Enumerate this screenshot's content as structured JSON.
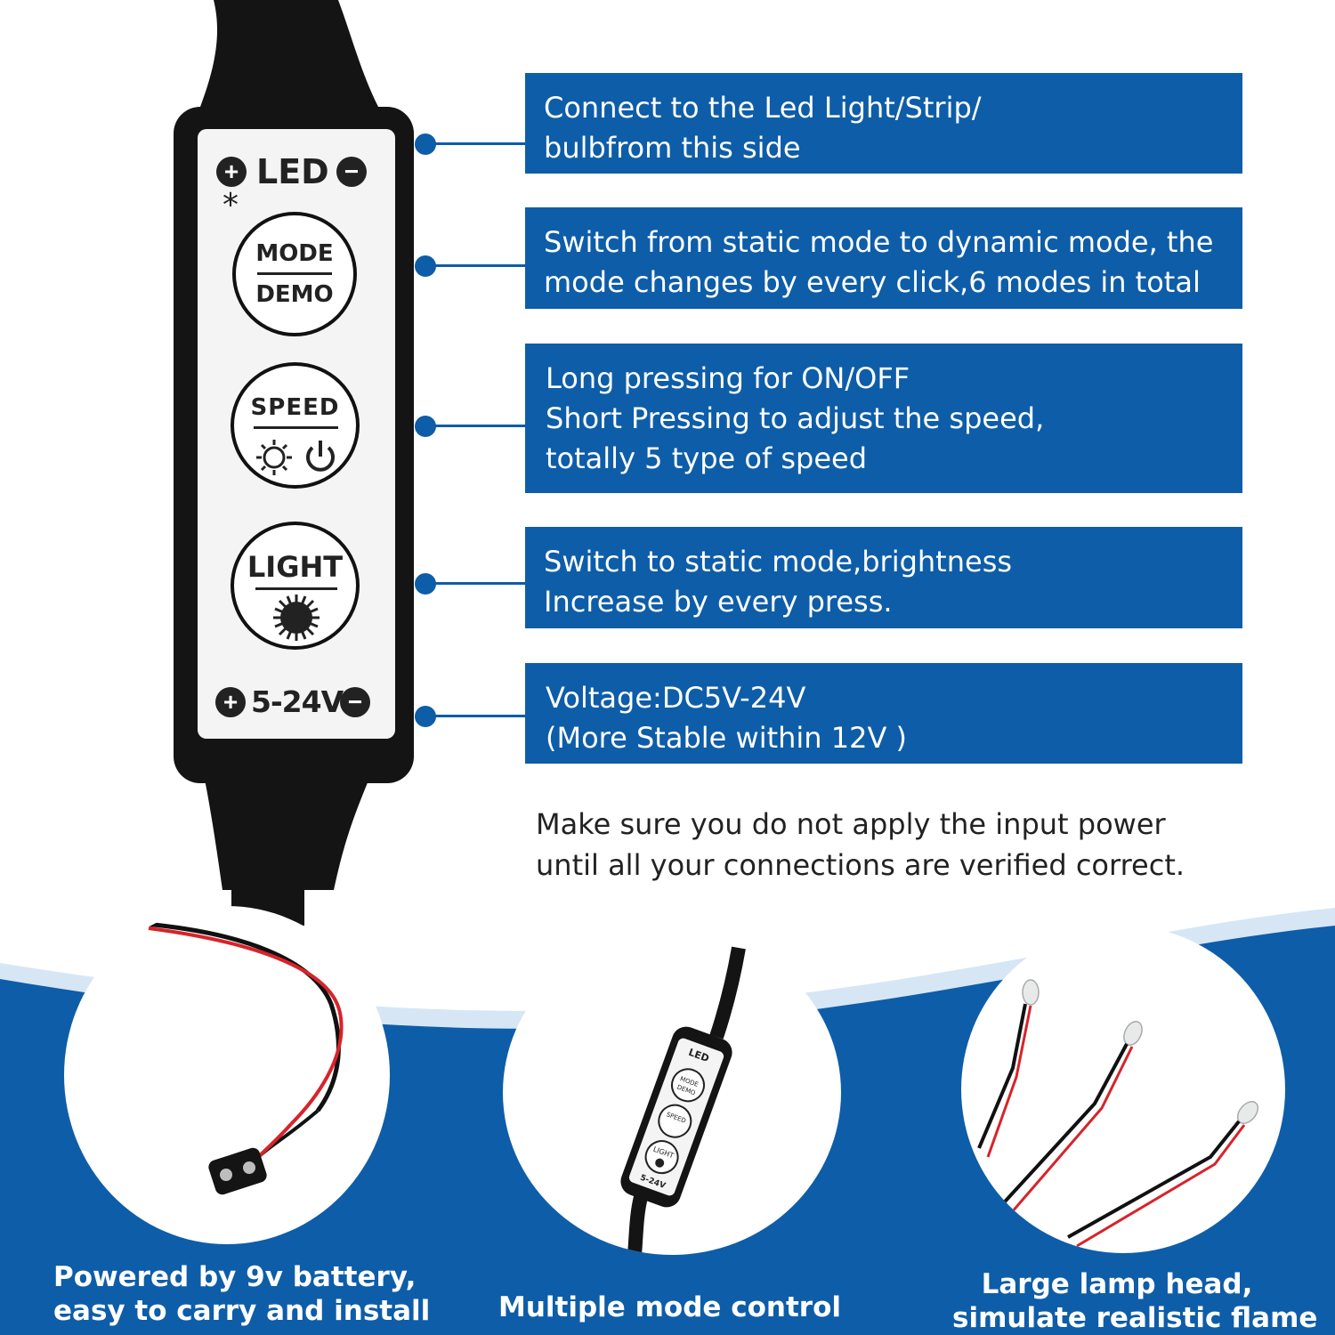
{
  "colors": {
    "brand_blue": "#0e5da8",
    "light_wave": "#d7e6f4",
    "controller_black": "#141414",
    "label_white": "#f4f4f4"
  },
  "controller": {
    "top_label": "LED",
    "asterisk": "*",
    "bottom_label": "5-24V",
    "plus": "+",
    "minus": "−",
    "mode_button": {
      "top": "MODE",
      "bottom": "DEMO"
    },
    "speed_button": {
      "label": "SPEED",
      "icons": [
        "sun-icon",
        "power-icon"
      ]
    },
    "light_button": {
      "label": "LIGHT",
      "icon": "brightness-icon"
    }
  },
  "callouts": [
    {
      "lines": [
        "Connect to the Led Light/Strip/",
        "bulbfrom this side"
      ]
    },
    {
      "lines": [
        "Switch from static mode to dynamic mode, the",
        "mode changes by every click,6 modes in total"
      ]
    },
    {
      "lines": [
        "Long pressing for ON/OFF",
        "Short Pressing to adjust the speed,",
        "totally 5 type of speed"
      ]
    },
    {
      "lines": [
        "Switch to static mode,brightness",
        "Increase by every press."
      ]
    },
    {
      "lines": [
        "Voltage:DC5V-24V",
        "(More Stable within 12V )"
      ]
    }
  ],
  "warning": {
    "lines": [
      "Make sure you do not apply the input power",
      "until all your connections are verified correct."
    ]
  },
  "features": [
    {
      "lines": [
        "Powered by 9v battery,",
        "easy to carry and install"
      ],
      "icon": "battery-clip-icon"
    },
    {
      "lines": [
        "Multiple mode control"
      ],
      "icon": "controller-icon"
    },
    {
      "lines": [
        "Large lamp head,",
        "simulate realistic flame"
      ],
      "icon": "led-bulbs-icon"
    }
  ],
  "mini_controller": {
    "top": "LED",
    "mode": "MODE",
    "demo": "DEMO",
    "speed": "SPEED",
    "light": "LIGHT",
    "bottom": "5-24V"
  }
}
